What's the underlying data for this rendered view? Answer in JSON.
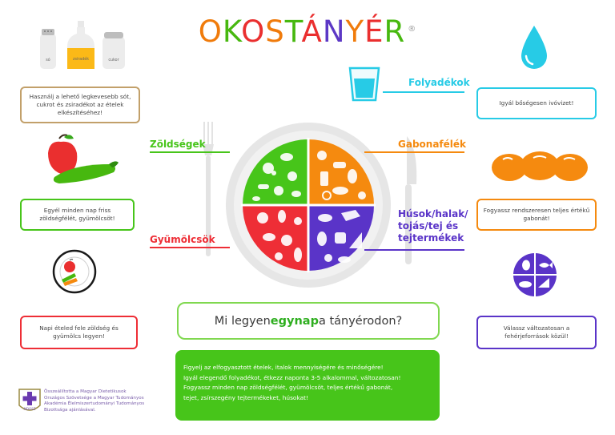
{
  "title": {
    "letters": [
      {
        "ch": "O",
        "color": "#f07b0b"
      },
      {
        "ch": "K",
        "color": "#47b80f"
      },
      {
        "ch": "O",
        "color": "#ea2f2f"
      },
      {
        "ch": "S",
        "color": "#f07b0b"
      },
      {
        "ch": "T",
        "color": "#47b80f"
      },
      {
        "ch": "Á",
        "color": "#ea2f2f"
      },
      {
        "ch": "N",
        "color": "#5c38c5"
      },
      {
        "ch": "Y",
        "color": "#f07b0b"
      },
      {
        "ch": "É",
        "color": "#ea2f2f"
      },
      {
        "ch": "R",
        "color": "#47b80f"
      }
    ],
    "reg": "®"
  },
  "jars": {
    "salt": "só",
    "oil": "zsiradék",
    "sugar": "cukor"
  },
  "tips": {
    "top_left": "Használj a lehető legkevesebb sót, cukrot és zsiradékot az ételek elkészítéséhez!",
    "mid_left": "Egyél minden nap friss zöldségfélét, gyümölcsöt!",
    "bottom_left": "Napi ételed fele zöldség és gyümölcs legyen!",
    "top_right": "Igyál bőségesen ivóvizet!",
    "mid_right": "Fogyassz rendszeresen teljes értékű gabonát!",
    "bottom_right": "Válassz változatosan a fehérjeforrások közül!"
  },
  "labels": {
    "fluids": "Folyadékok",
    "vegetables": "Zöldségek",
    "grains": "Gabonafélék",
    "fruits": "Gyümölcsök",
    "proteins_1": "Húsok/halak/",
    "proteins_2": "tojás/tej és",
    "proteins_3": "tejtermékek"
  },
  "question": {
    "before": "Mi legyen ",
    "hl1": "egy",
    "mid": " ",
    "hl2": "nap",
    "after": " a tányérodon?"
  },
  "info": [
    "Figyelj az elfogyasztott ételek, italok mennyiségére és minőségére!",
    "Igyál elegendő folyadékot, étkezz naponta 3-5 alkalommal, változatosan!",
    "Fogyassz minden nap zöldségfélét, gyümölcsöt, teljes értékű gabonát,",
    "tejet, zsírszegény tejtermékeket, húsokat!"
  ],
  "credit": [
    "Összeállította a Magyar Dietetikusok",
    "Országos Szövetsége a Magyar Tudományos",
    "Akadémia Élelmiszertudományi Tudományos",
    "Bizottsága ajánlásával."
  ],
  "logo_text": "MDOSZ",
  "colors": {
    "green": "#47c51a",
    "orange": "#f58a0f",
    "red": "#ee2e36",
    "purple": "#5a34c8",
    "cyan": "#27cbe6",
    "tan": "#c2a06a"
  }
}
